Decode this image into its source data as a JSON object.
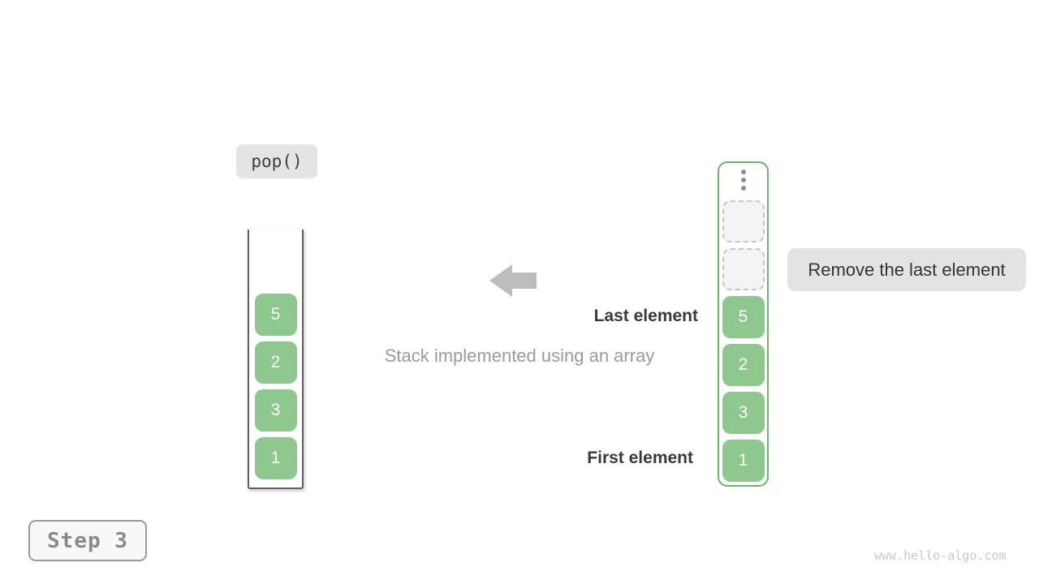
{
  "operation": {
    "label": "pop()"
  },
  "step": {
    "label": "Step 3"
  },
  "caption": {
    "text": "Stack implemented using an array"
  },
  "annotation": {
    "text": "Remove the last element"
  },
  "pointers": {
    "last_label": "Last element",
    "first_label": "First element"
  },
  "stack": {
    "values_top_to_bottom": [
      "5",
      "2",
      "3",
      "1"
    ]
  },
  "array": {
    "empty_slot_count": 2,
    "values_top_to_bottom": [
      "5",
      "2",
      "3",
      "1"
    ]
  },
  "watermark": {
    "text": "www.hello-algo.com"
  },
  "colors": {
    "cell_green": "#8ec88e",
    "array_border_green": "#6ab56a",
    "label_bg_gray": "#e4e4e4",
    "annotation_bg_gray": "#e3e3e3",
    "arrow_gray": "#bdbdbd",
    "stack_border_gray": "#5f5f5f",
    "text_dark": "#3a3a3a",
    "text_muted": "#9b9b9b",
    "watermark_gray": "#c9c9c9"
  }
}
